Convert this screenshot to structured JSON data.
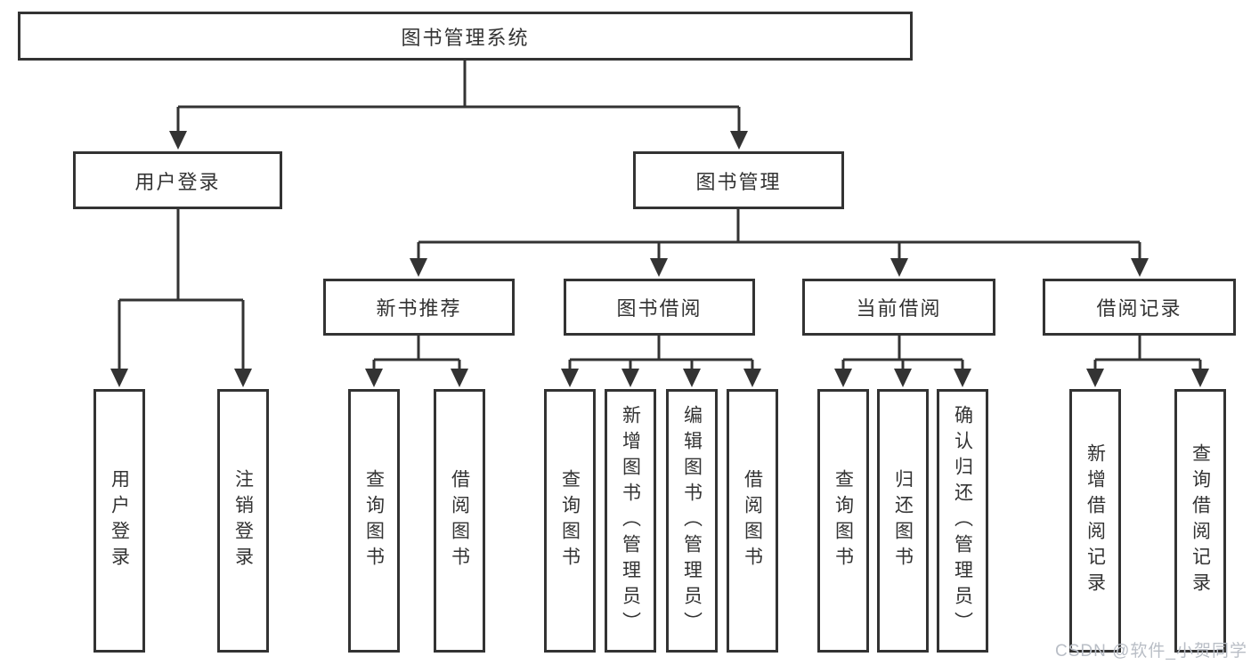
{
  "diagram": {
    "root": {
      "label": "图书管理系统"
    },
    "branches": [
      {
        "label": "用户登录",
        "children": [
          {
            "label": "用户登录"
          },
          {
            "label": "注销登录"
          }
        ]
      },
      {
        "label": "图书管理",
        "groups": [
          {
            "label": "新书推荐",
            "children": [
              {
                "label": "查询图书"
              },
              {
                "label": "借阅图书"
              }
            ]
          },
          {
            "label": "图书借阅",
            "children": [
              {
                "label": "查询图书"
              },
              {
                "label": "新增图书（管理员）"
              },
              {
                "label": "编辑图书（管理员）"
              },
              {
                "label": "借阅图书"
              }
            ]
          },
          {
            "label": "当前借阅",
            "children": [
              {
                "label": "查询图书"
              },
              {
                "label": "归还图书"
              },
              {
                "label": "确认归还（管理员）"
              }
            ]
          },
          {
            "label": "借阅记录",
            "children": [
              {
                "label": "新增借阅记录"
              },
              {
                "label": "查询借阅记录"
              }
            ]
          }
        ]
      }
    ]
  },
  "colors": {
    "line": "#333333",
    "text": "#333333",
    "watermark": "#b9bec6"
  },
  "watermark": {
    "text": "CSDN @软件_小贺同学"
  }
}
